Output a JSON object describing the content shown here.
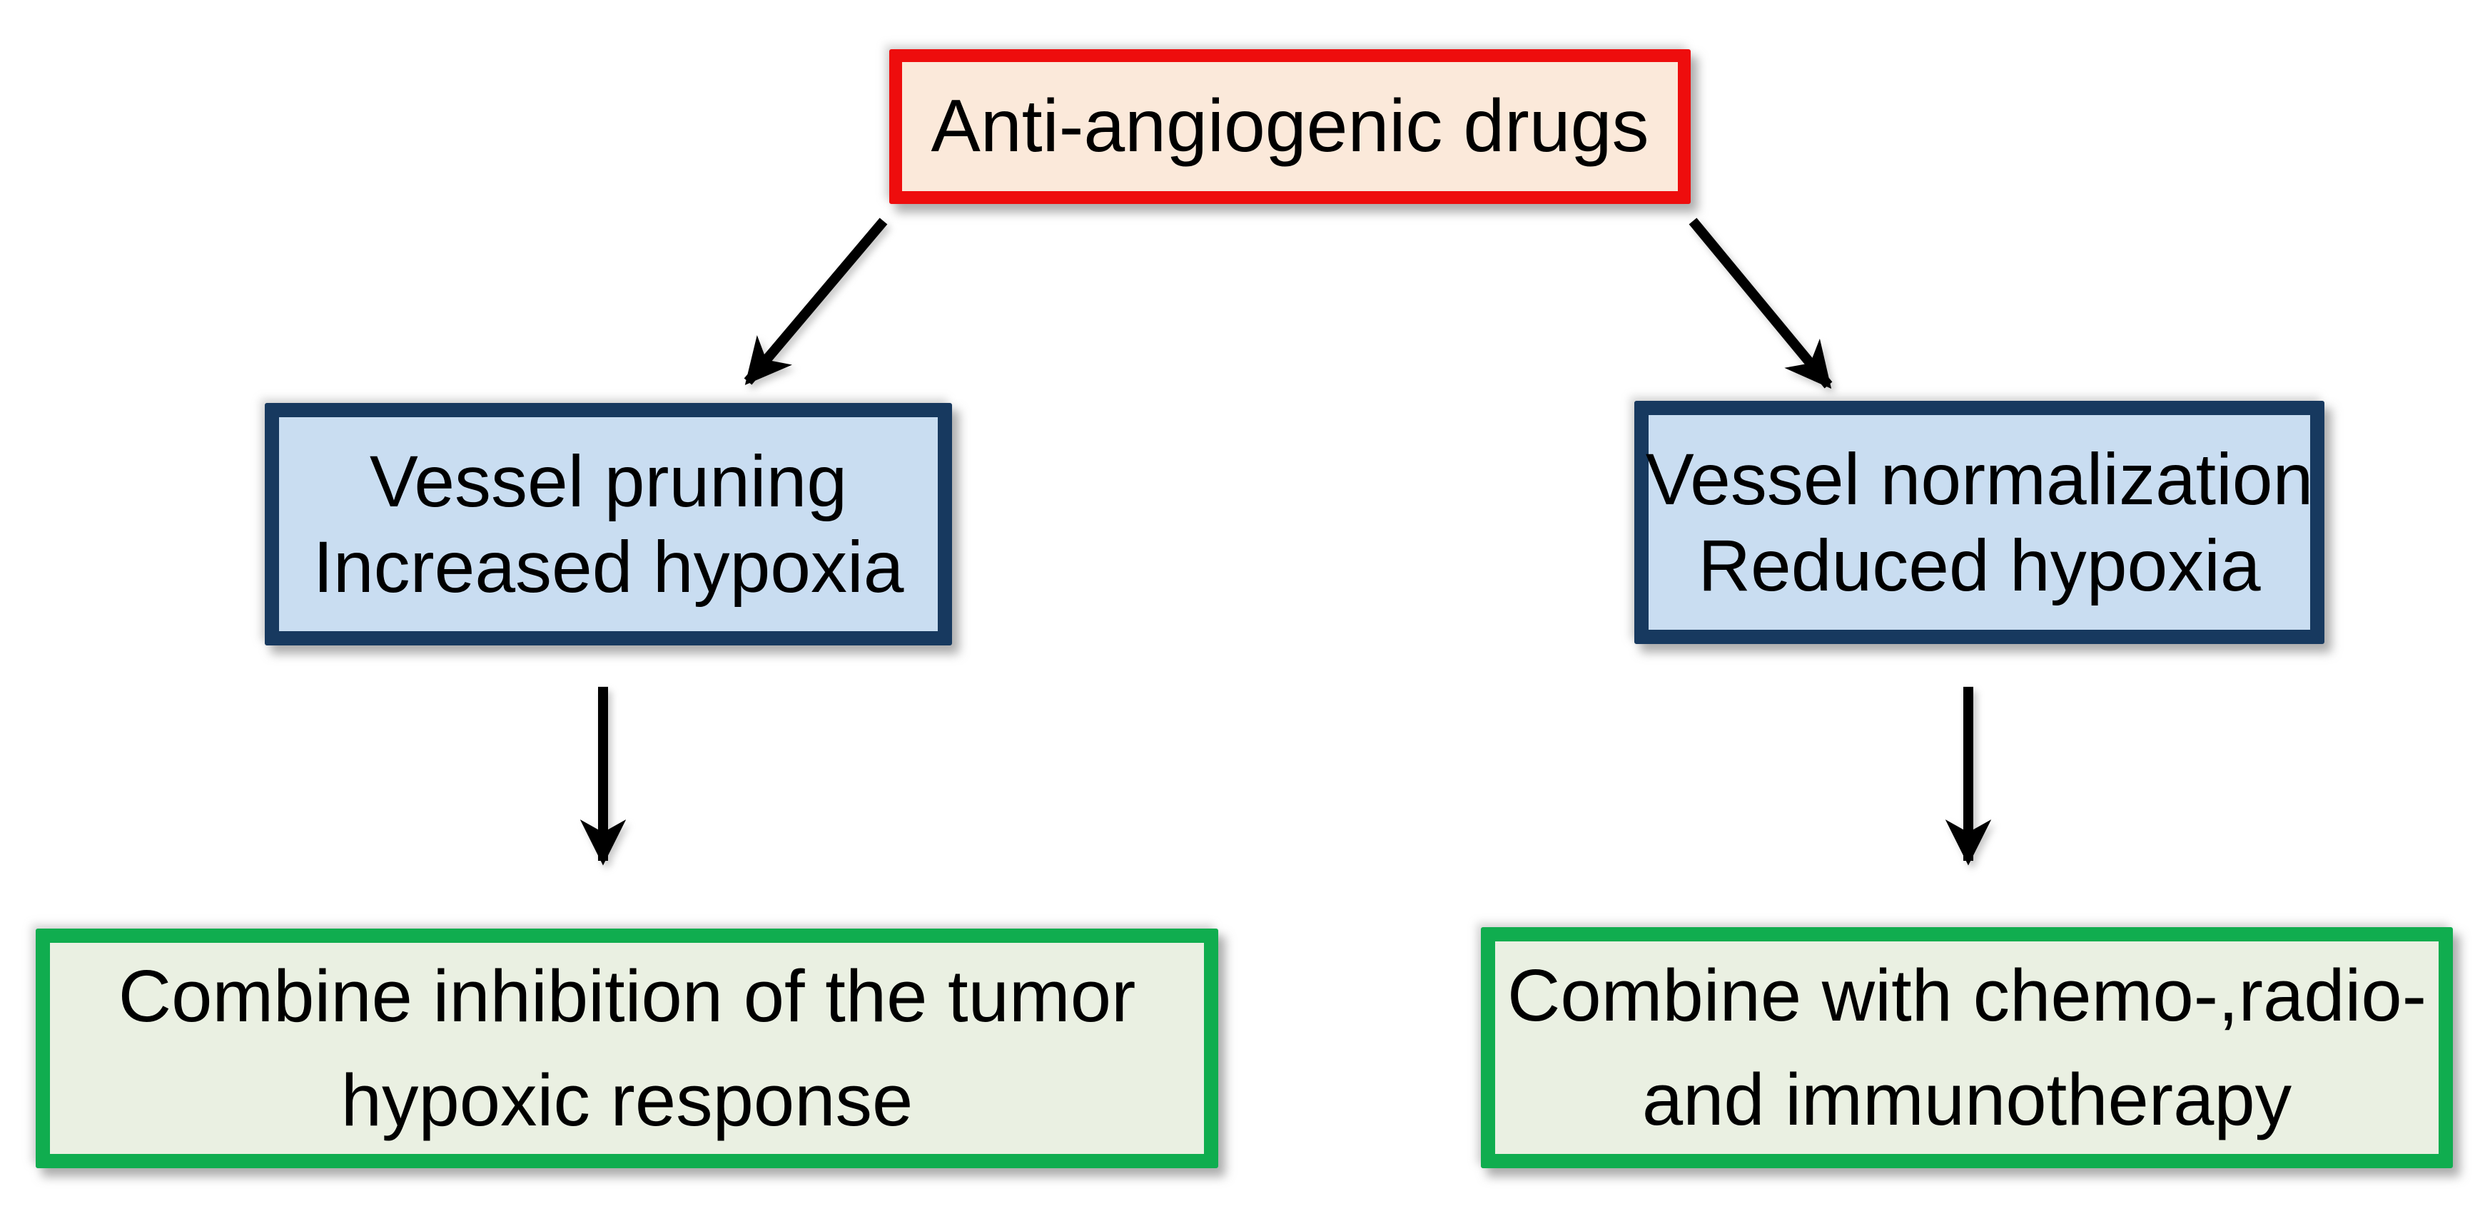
{
  "colors": {
    "page-bg": "#ffffff",
    "text": "#000000",
    "arrow": "#000000",
    "root-border": "#ee0d0d",
    "root-fill": "#fbe9da",
    "vessel-border": "#17395f",
    "vessel-fill": "#c9ddf1",
    "combine-border": "#10ad4f",
    "combine-fill": "#eaf0e2"
  },
  "nodes": {
    "root": {
      "text": "Anti-angiogenic drugs"
    },
    "vessel_pruning": {
      "lines": [
        "Vessel pruning",
        "Increased hypoxia"
      ]
    },
    "vessel_normalization": {
      "lines": [
        "Vessel normalization",
        "Reduced hypoxia"
      ]
    },
    "combine_hypoxic": {
      "lines": [
        "Combine inhibition of the tumor",
        "hypoxic response"
      ]
    },
    "combine_therapy": {
      "lines": [
        "Combine with chemo-,radio-",
        "and immunotherapy"
      ]
    }
  }
}
